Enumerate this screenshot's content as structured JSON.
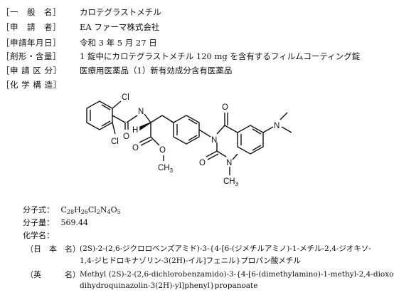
{
  "fields": [
    {
      "label": "［一　般　名］",
      "value": "カロテグラストメチル"
    },
    {
      "label": "［申　請　者］",
      "value": "EA ファーマ株式会社"
    },
    {
      "label": "［申請年月日］",
      "value": "令和 3 年 5 月 27 日"
    },
    {
      "label": "［剤形・含量］",
      "value": "1 錠中にカロテグラストメチル 120 mg を含有するフィルムコーティング錠"
    },
    {
      "label": "［申 請 区 分］",
      "value": "医療用医薬品（1）新有効成分含有医薬品"
    },
    {
      "label": "［化 学 構 造］",
      "value": ""
    }
  ],
  "structure_labels": {
    "cl_top": "Cl",
    "cl_bottom": "Cl",
    "nh": "N",
    "h_nh": "H",
    "h_stereo": "H",
    "o_amide": "O",
    "o_ester_carbonyl": "O",
    "o_ester": "O",
    "methyl_ester": "CH",
    "methyl_ester_sub": "3",
    "o_top": "O",
    "n_mid": "N",
    "o_bottom": "O",
    "n_bottom": "N",
    "n_dimethyl": "N",
    "n_methyl": "CH",
    "n_methyl_sub": "3"
  },
  "formula": {
    "label": "分子式：",
    "parts": [
      "C",
      "28",
      "H",
      "26",
      "Cl",
      "2",
      "N",
      "4",
      "O",
      "5"
    ]
  },
  "mw": {
    "label": "分子量：",
    "value": "569.44"
  },
  "chemname_label": "化学名：",
  "jp": {
    "label": "（日　本　名）",
    "line1": "(2S)-2-(2,6-ジクロロベンズアミド)-3-{4-[6-(ジメチルアミノ)-1-メチル-2,4-ジオキソ-",
    "line2": "1,4-ジヒドロキナゾリン-3(2H)-イル]フェニル}プロパン酸メチル"
  },
  "en": {
    "label": "（英　　　名）",
    "line1": "Methyl (2S)-2-(2,6-dichlorobenzamido)-3-{4-[6-(dimethylamino)-1-methyl-2,4-dioxo-1,4-",
    "line2": "dihydroquinazolin-3(2H)-yl]phenyl}propanoate"
  }
}
